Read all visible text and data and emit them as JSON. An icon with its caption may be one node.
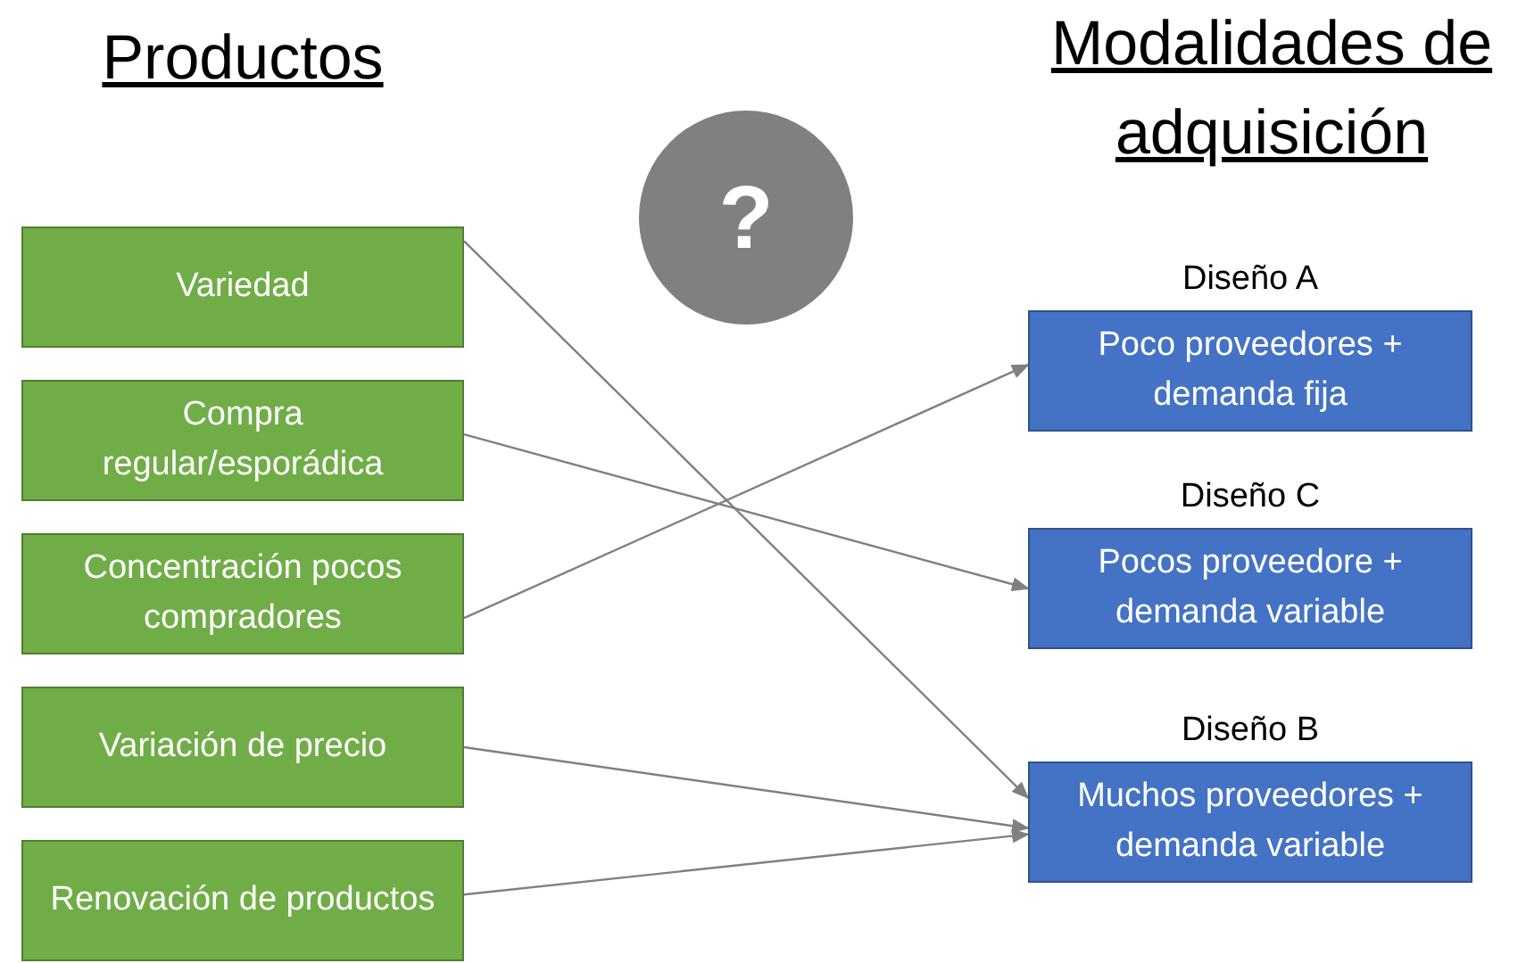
{
  "diagram": {
    "nodes": [
      {
        "text": [
          "?"
        ]
      },
      {
        "text": [
          "Variedad"
        ]
      },
      {
        "text": [
          "Compra regular/esporádica"
        ]
      },
      {
        "text": [
          "Concentración pocos compradores"
        ]
      },
      {
        "text": [
          "Variación de precio"
        ]
      },
      {
        "text": [
          "Renovación de productos"
        ]
      },
      {
        "text": [
          "Poco proveedores + demanda fija"
        ],
        "beside": [
          "Diseño A"
        ]
      },
      {
        "text": [
          "Pocos proveedore + demanda variable"
        ],
        "beside": [
          "Diseño C"
        ]
      },
      {
        "text": [
          "Muchos proveedores + demanda variable"
        ],
        "beside": [
          "Diseño B"
        ]
      }
    ],
    "edges": [
      {
        "from": 1,
        "to": 8,
        "arrow": "to"
      },
      {
        "from": 2,
        "to": 7,
        "arrow": "to"
      },
      {
        "from": 3,
        "to": 6,
        "arrow": "to"
      },
      {
        "from": 4,
        "to": 8,
        "arrow": "to"
      },
      {
        "from": 5,
        "to": 8,
        "arrow": "to"
      }
    ],
    "labels": [
      "Productos",
      "Modalidades de adquisición"
    ]
  }
}
